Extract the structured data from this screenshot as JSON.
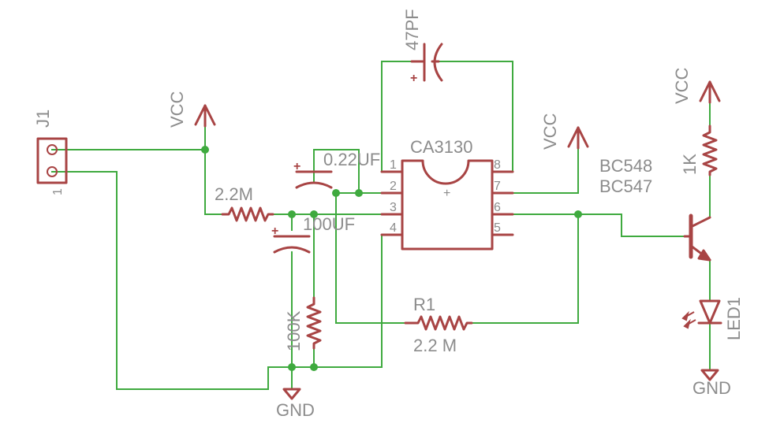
{
  "connector": {
    "ref": "J1",
    "pin1": "1"
  },
  "power": {
    "vcc": "VCC",
    "gnd": "GND"
  },
  "capacitors": {
    "c_feedback": "47PF",
    "c_input": "0.22UF",
    "c_bias": "100UF"
  },
  "resistors": {
    "r_bias_top": "2.2M",
    "r_bias_bottom": "100K",
    "r1_ref": "R1",
    "r1_value": "2.2 M",
    "r_collector": "1K"
  },
  "ic": {
    "part": "CA3130",
    "plus_sign": "+",
    "pins_left": [
      "1",
      "2",
      "3",
      "4"
    ],
    "pins_right": [
      "8",
      "7",
      "6",
      "5"
    ]
  },
  "transistor": {
    "part_a": "BC548",
    "part_b": "BC547"
  },
  "led": {
    "ref": "LED1"
  }
}
